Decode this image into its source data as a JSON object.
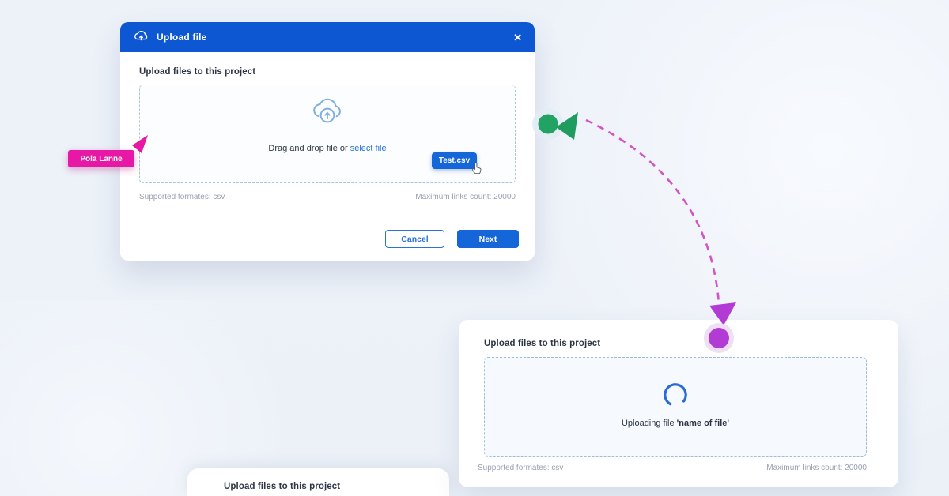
{
  "modal": {
    "title": "Upload file",
    "close_glyph": "✕",
    "heading": "Upload files to this project",
    "dropzone": {
      "drag_text": "Drag and drop file or ",
      "select_link": "select file",
      "chip_label": "Test.csv"
    },
    "footer_left": "Supported formates:  csv",
    "footer_right": "Maximum links count: 20000",
    "cancel_label": "Cancel",
    "next_label": "Next"
  },
  "panel2": {
    "heading": "Upload files to this project",
    "uploading_prefix": "Uploading file ",
    "uploading_name": "'name of file'",
    "footer_left": "Supported formates:  csv",
    "footer_right": "Maximum links count: 20000"
  },
  "panel3": {
    "heading": "Upload files to this project"
  },
  "collaborators": {
    "pola_label": "Pola Lanne"
  },
  "colors": {
    "header_blue": "#0d57d3",
    "button_blue": "#1566d8",
    "link_blue": "#1f6fd6",
    "magenta_cursor": "#e718a6",
    "green_cursor": "#22a263",
    "purple_cursor": "#b33bd5",
    "curve_magenta": "#cf42c0",
    "muted_text": "#97a1b2",
    "heading_text": "#2e3645"
  }
}
